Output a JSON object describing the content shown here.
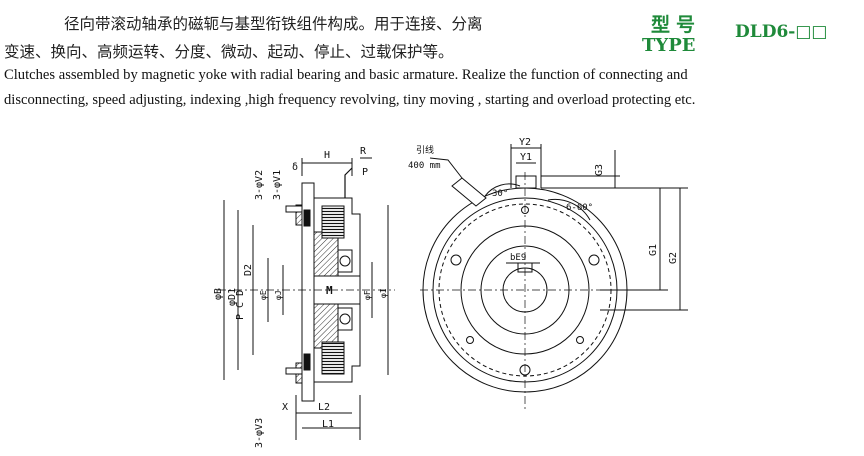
{
  "header": {
    "cn_line1": "径向带滚动轴承的磁轭与基型衔铁组件构成。用于连接、分离",
    "cn_line2": "变速、换向、高频运转、分度、微动、起动、停止、过载保护等。",
    "type_cn": "型号",
    "type_en": "TYPE",
    "model": "DLD6-□□"
  },
  "description": {
    "line1": "Clutches assembled by magnetic yoke with radial bearing and basic armature. Realize the function of connecting and",
    "line2": "disconnecting, speed adjusting, indexing ,high frequency revolving, tiny moving , starting and overload protecting etc."
  },
  "drawing": {
    "side_labels": {
      "H": "H",
      "R": "R",
      "P": "P",
      "delta": "δ",
      "v2": "3-φV2",
      "v1": "3-φV1",
      "phiB": "φB",
      "pcd": "P C D",
      "d1": "φD1",
      "d2": "D2",
      "m": "M",
      "phiE": "φE",
      "phiJ": "φJ",
      "phiF": "φF",
      "phiI": "φI",
      "x": "X",
      "l2": "L2",
      "l1": "L1",
      "v3": "3-φV3"
    },
    "front_labels": {
      "lead": "引线",
      "lead_len": "400 mm",
      "y2": "Y2",
      "y1": "Y1",
      "g3": "G3",
      "angle30": "30°",
      "angle60": "6-60°",
      "g1": "G1",
      "g2": "G2",
      "be9": "bE9"
    }
  }
}
